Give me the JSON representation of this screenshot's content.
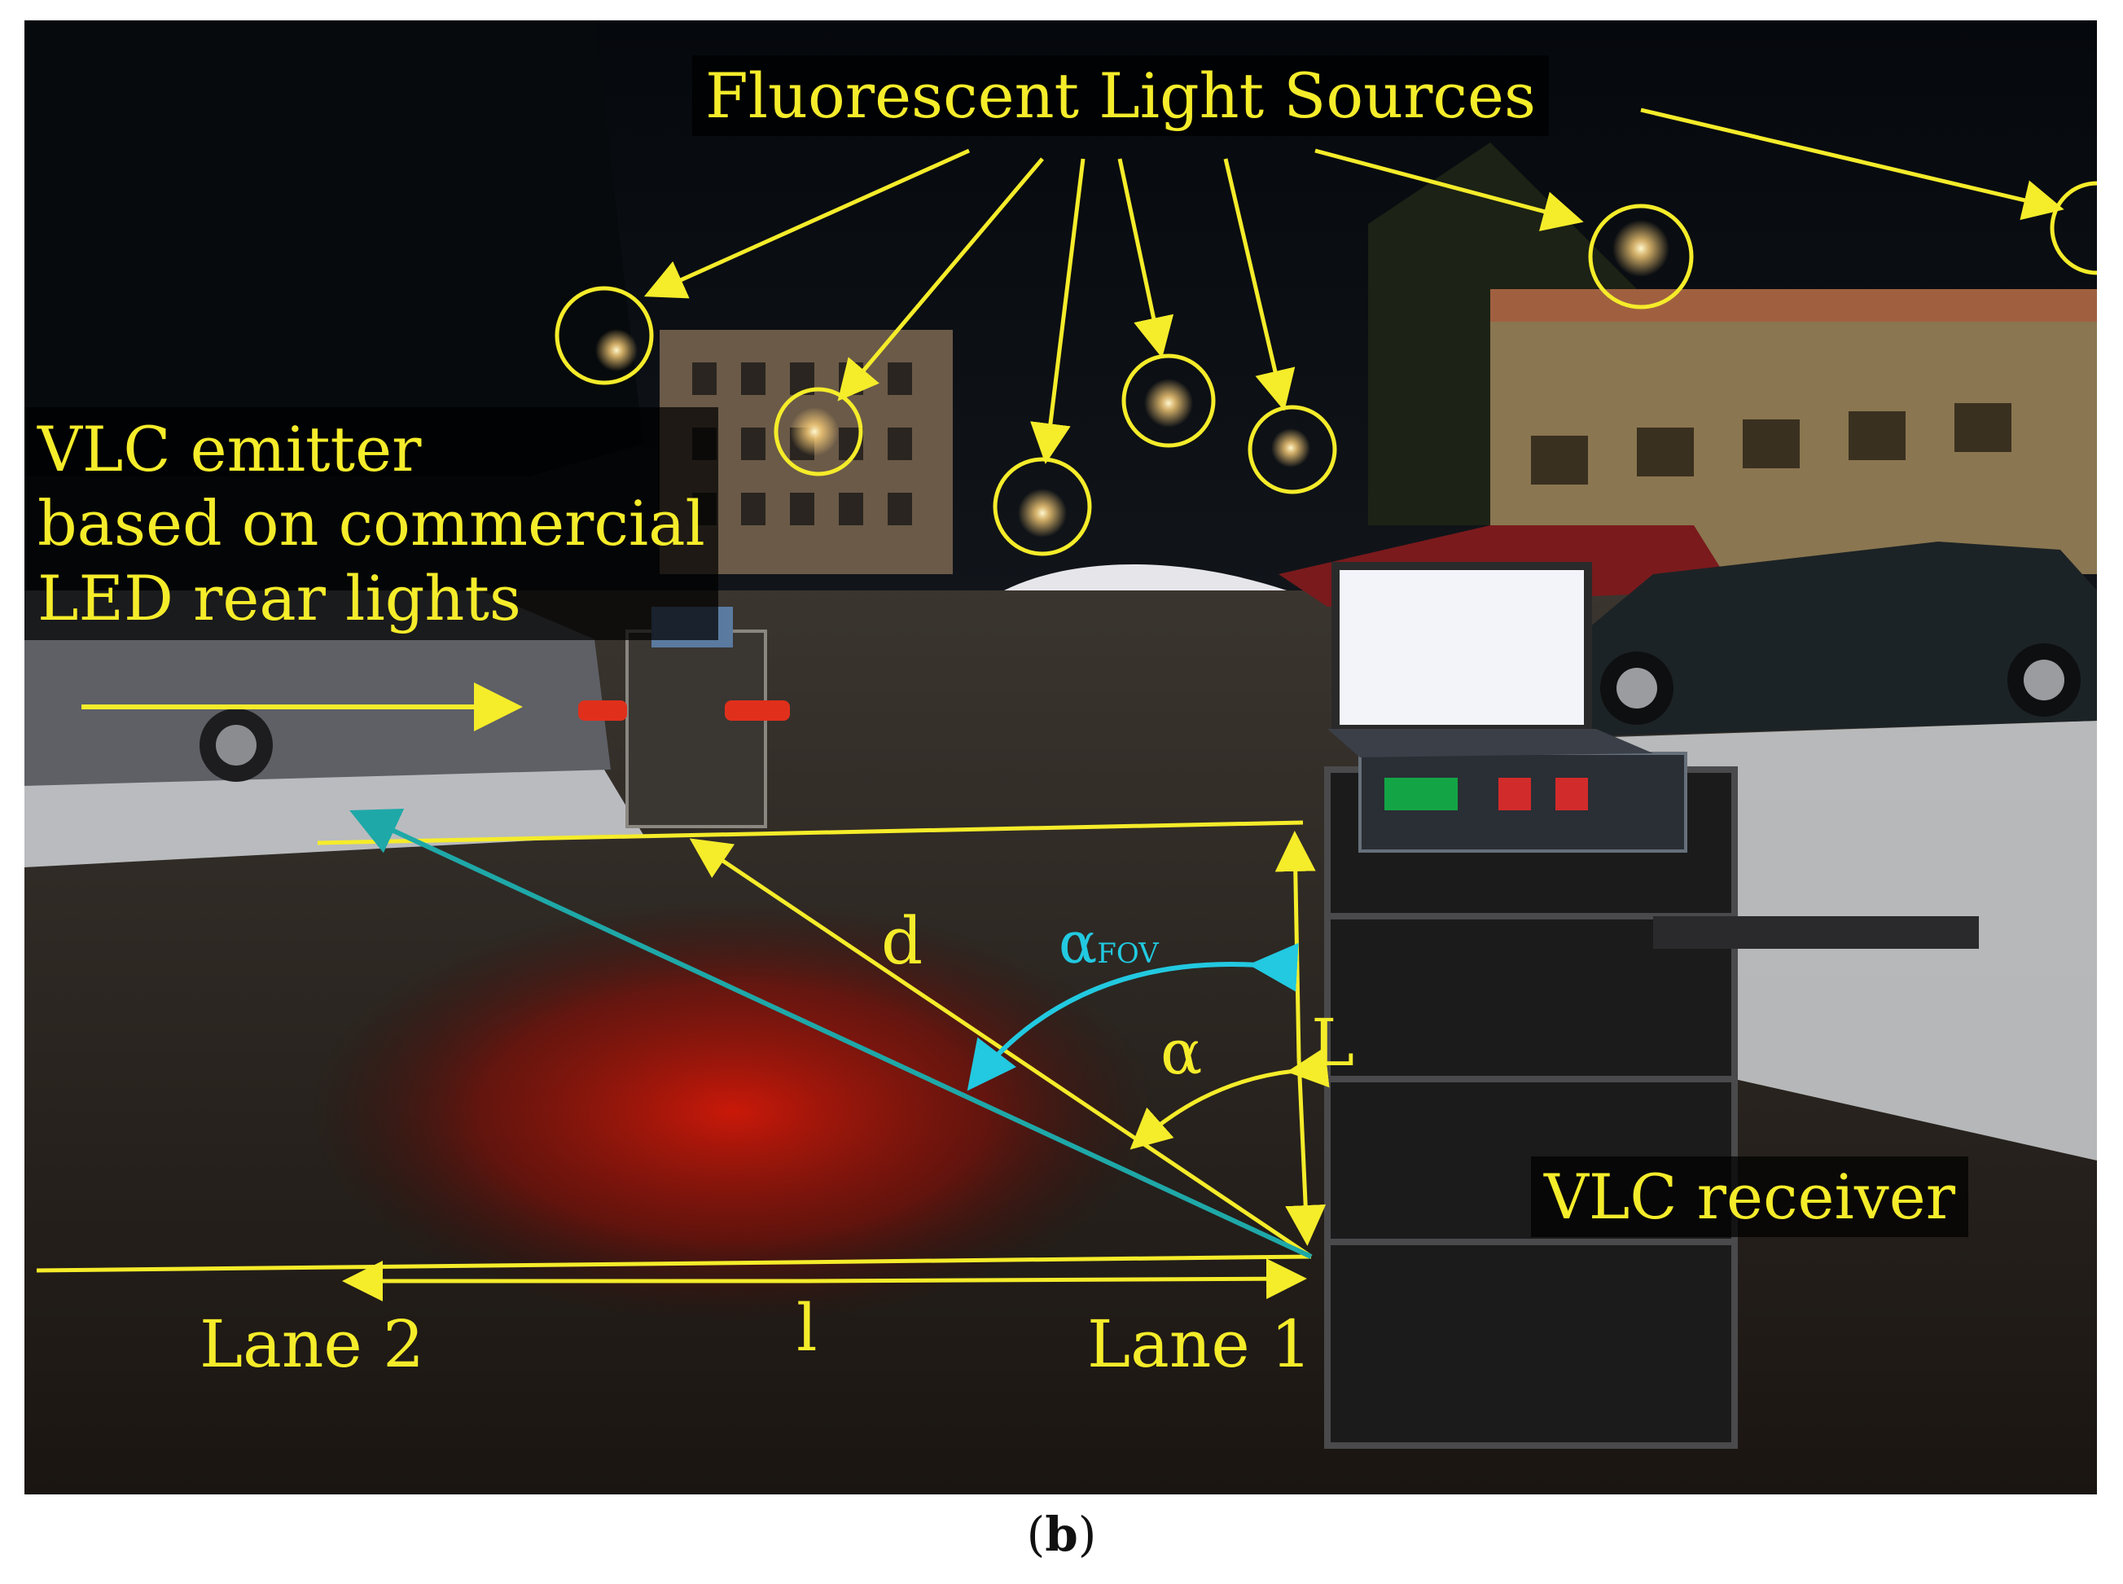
{
  "labels": {
    "fluorescent": "Fluorescent Light Sources",
    "emitter_line1": "VLC emitter",
    "emitter_line2": "based on commercial",
    "emitter_line3": "LED rear lights",
    "receiver": "VLC receiver",
    "d": "d",
    "alpha_fov": "α",
    "alpha_fov_sub": "FOV",
    "alpha": "α",
    "L": "L",
    "l": "l",
    "lane2": "Lane 2",
    "lane1": "Lane 1"
  },
  "caption": {
    "open": "(",
    "letter": "b",
    "close": ")"
  },
  "colors": {
    "annotation_yellow": "#f5ec2a",
    "fov_cyan": "#22c9e0",
    "fov_line": "#1fa8a8",
    "sky": "#0b0f14",
    "ground": "#1a1714",
    "snow": "#d7d9dc",
    "red_glow": "#c8140a"
  },
  "icons": [
    "circle-marker-icon",
    "arrow-icon",
    "laptop-icon",
    "car-icon",
    "cart-icon"
  ]
}
